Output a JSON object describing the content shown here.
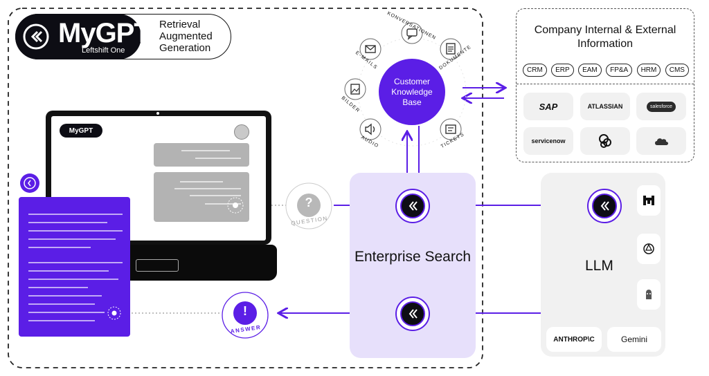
{
  "brand": {
    "name": "MyGPT",
    "sub": "Leftshift One",
    "description": [
      "Retrieval",
      "Augmented",
      "Generation"
    ]
  },
  "company": {
    "title": "Company Internal & External Information",
    "tags": [
      "CRM",
      "ERP",
      "EAM",
      "FP&A",
      "HRM",
      "CMS"
    ],
    "logos": [
      "SAP",
      "ATLASSIAN",
      "salesforce",
      "servicenow",
      "sharepoint-icon",
      "cloud-icon"
    ]
  },
  "knowledge_base": {
    "center": "Customer Knowledge Base",
    "sources": [
      "E-MAILS",
      "KONVERSATIONEN",
      "DOKUMENTE",
      "BILDER",
      "AUDIO",
      "TICKETS"
    ]
  },
  "enterprise_search": {
    "title": "Enterprise Search"
  },
  "llm": {
    "title": "LLM",
    "providers": [
      "ANTHROP\\C",
      "Gemini"
    ],
    "side_icons": [
      "mistral-icon",
      "openai-icon",
      "llama-icon"
    ]
  },
  "flow": {
    "question_label": "QUESTION",
    "question_symbol": "?",
    "answer_label": "ANSWER",
    "answer_symbol": "!"
  },
  "laptop": {
    "brand": "MyGPT"
  },
  "colors": {
    "accent": "#5b1ee6",
    "panel": "#e7e0fb",
    "dark": "#0d0d14",
    "neutral": "#f1f1f1"
  }
}
